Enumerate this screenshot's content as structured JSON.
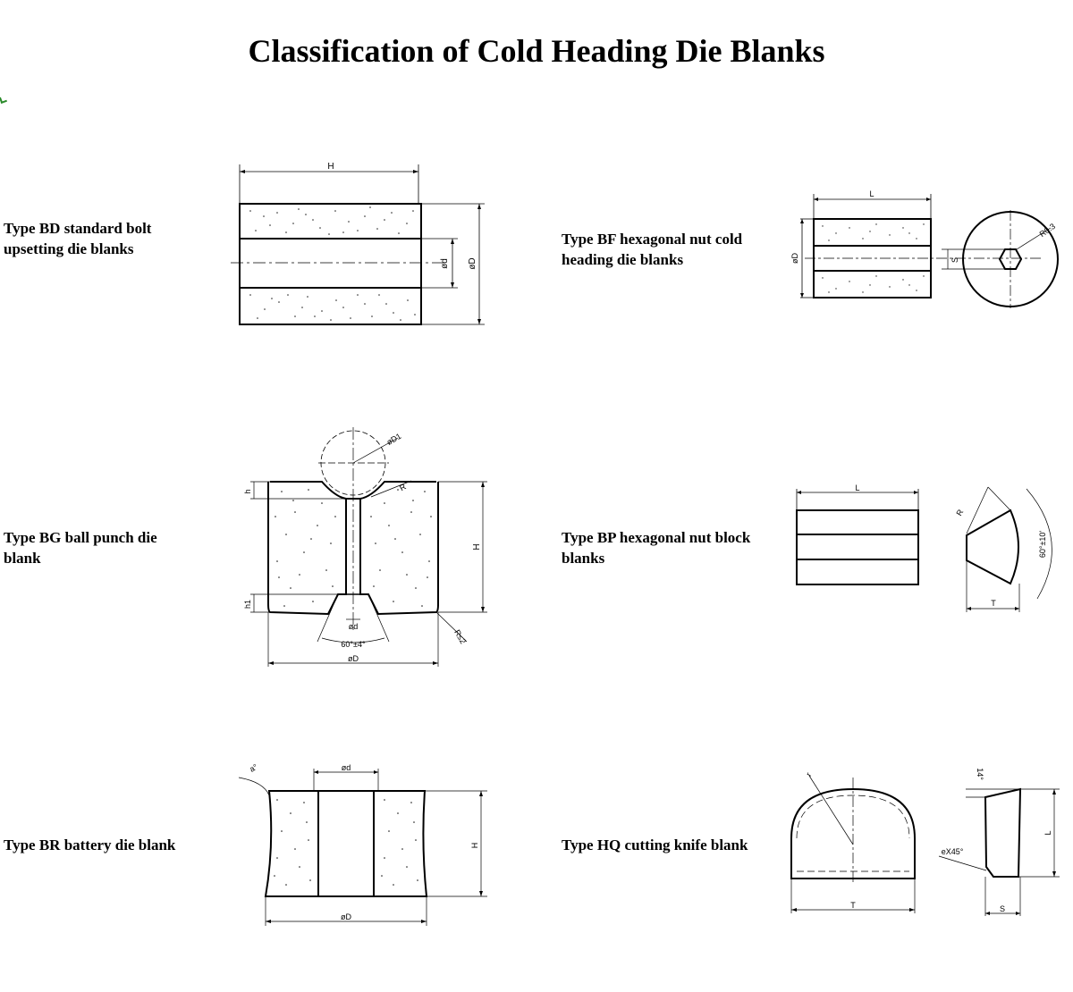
{
  "title": "Classification of Cold Heading Die Blanks",
  "items": [
    {
      "label": "Type BD standard bolt upsetting die blanks",
      "dims": {
        "H": "H",
        "d": "ød",
        "D": "øD"
      }
    },
    {
      "label": "Type BF hexagonal nut cold heading die blanks",
      "dims": {
        "L": "L",
        "D": "øD",
        "S": "S",
        "R": "R0.3"
      }
    },
    {
      "label": "Type BG ball punch die blank",
      "dims": {
        "D1": "øD1",
        "R": "R",
        "h": "h",
        "h1": "h1",
        "H": "H",
        "d": "ød",
        "angle": "60°±4°",
        "R2": "R≤2",
        "D": "øD"
      }
    },
    {
      "label": "Type BP hexagonal nut block blanks",
      "dims": {
        "L": "L",
        "R": "R",
        "angle": "60°±10'",
        "T": "T"
      }
    },
    {
      "label": "Type BR battery die blank",
      "dims": {
        "a": "a°",
        "d": "ød",
        "H": "H",
        "D": "øD"
      }
    },
    {
      "label": "Type HQ cutting knife blank",
      "dims": {
        "r": "r",
        "T": "T",
        "angle": "14°",
        "e": "eX45°",
        "L": "L",
        "S": "S"
      }
    }
  ]
}
